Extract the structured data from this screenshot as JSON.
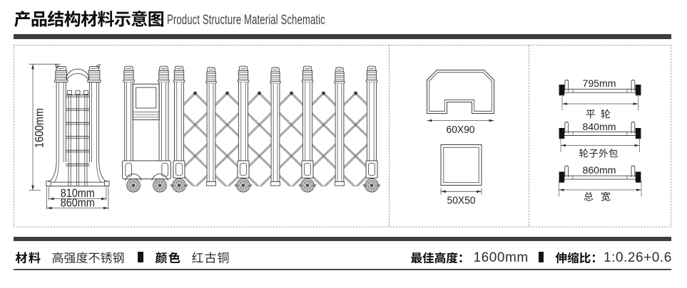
{
  "header": {
    "title_zh": "产品结构材料示意图",
    "title_en": "Product Structure Material Schematic"
  },
  "diagram": {
    "front_view": {
      "height_label": "1600mm",
      "inner_width_label": "810mm",
      "outer_width_label": "860mm"
    },
    "profiles": {
      "rail_label": "60X90",
      "post_label": "50X50"
    },
    "axles": [
      {
        "value": "795mm",
        "label": "平 轮"
      },
      {
        "value": "840mm",
        "label": "轮子外包"
      },
      {
        "value": "860mm",
        "label": "总 宽"
      }
    ]
  },
  "footer": {
    "material_label": "材料",
    "material_value": "高强度不锈钢",
    "color_label": "颜色",
    "color_value": "红古铜",
    "height_label": "最佳高度：",
    "height_value": "1600mm",
    "ratio_label": "伸缩比：",
    "ratio_value": "1:0.26+0.6"
  },
  "colors": {
    "accent_bar": "#3d3d3d",
    "line": "#454545",
    "dashed_border": "#9a9a9a",
    "text": "#1a1a1a"
  }
}
